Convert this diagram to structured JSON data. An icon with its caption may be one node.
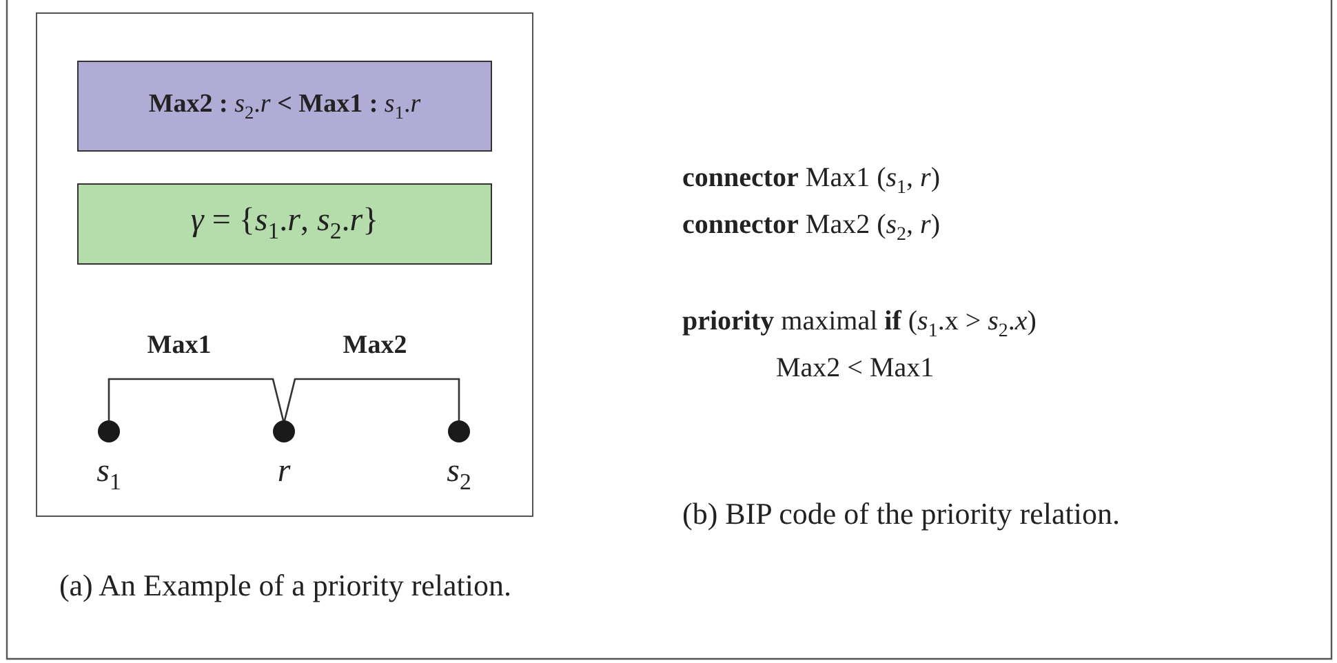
{
  "diagram": {
    "nodes": [
      {
        "text": [],
        "shape": "box"
      },
      {
        "text": [
          "**Max2 :** *s*$_{2}$.*r* **< Max1 :** *s*$_{1}$.*r*"
        ],
        "in": 0
      },
      {
        "text": [
          "*γ* = {*s*$_{1}$.*r*, *s*$_{2}$.*r*}"
        ],
        "in": 0
      },
      {
        "text": [],
        "shape": "circle",
        "in": 0,
        "beside": [
          "*s*$_{1}$"
        ]
      },
      {
        "text": [],
        "shape": "circle",
        "in": 0,
        "beside": [
          "*r*"
        ]
      },
      {
        "text": [],
        "shape": "circle",
        "in": 0,
        "beside": [
          "*s*$_{2}$"
        ]
      }
    ],
    "edges": [
      {
        "from": 3,
        "to": 4,
        "arrow": "none",
        "label": "Max1"
      },
      {
        "from": 4,
        "to": 5,
        "arrow": "none",
        "label": "Max2"
      }
    ],
    "labels": [
      "(a) An Example of a priority relation.",
      "**connector** Max1 (*s*$_{1}$, *r*)",
      "**connector** Max2 (*s*$_{2}$, *r*)",
      "**priority** maximal **if** (*s*$_{1}$.x > *s*$_{2}$.*x*)",
      "Max2 < Max1",
      "(b) BIP code of the priority relation."
    ]
  }
}
